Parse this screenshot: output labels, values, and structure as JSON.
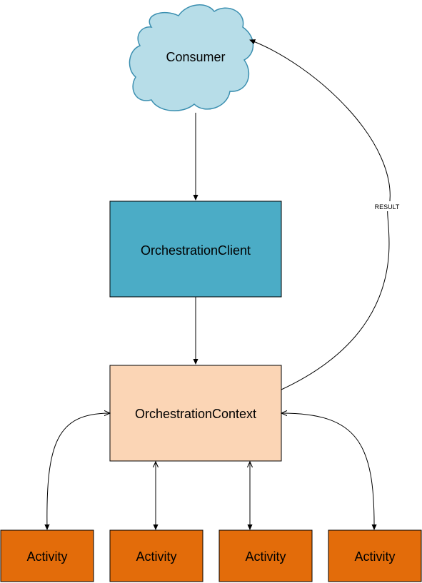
{
  "nodes": {
    "consumer": {
      "label": "Consumer",
      "fill": "#b7dde8",
      "stroke": "#3b8fb0"
    },
    "client": {
      "label": "OrchestrationClient",
      "fill": "#4bacc6",
      "stroke": "#000000"
    },
    "context": {
      "label": "OrchestrationContext",
      "fill": "#fbd5b5",
      "stroke": "#000000"
    },
    "activities": [
      {
        "label": "Activity"
      },
      {
        "label": "Activity"
      },
      {
        "label": "Activity"
      },
      {
        "label": "Activity"
      }
    ],
    "activity_style": {
      "fill": "#e36c0a",
      "stroke": "#000000"
    }
  },
  "edges": {
    "result_label": "RESULT",
    "line_color": "#000000"
  }
}
